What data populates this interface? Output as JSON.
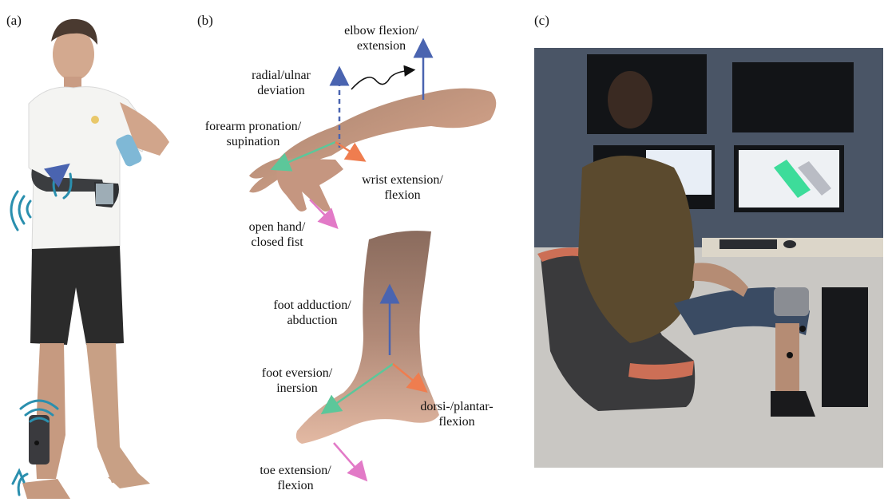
{
  "panels": {
    "a": "(a)",
    "b": "(b)",
    "c": "(c)"
  },
  "labels": {
    "elbow": [
      "elbow flexion/",
      "extension"
    ],
    "radial": [
      "radial/ulnar",
      "deviation"
    ],
    "pronation": [
      "forearm pronation/",
      "supination"
    ],
    "wrist": [
      "wrist extension/",
      "flexion"
    ],
    "hand": [
      "open hand/",
      "closed fist"
    ],
    "foot_add": [
      "foot adduction/",
      "abduction"
    ],
    "foot_ev": [
      "foot eversion/",
      "inersion"
    ],
    "dorsi": [
      "dorsi-/plantar-",
      "flexion"
    ],
    "toe": [
      "toe extension/",
      "flexion"
    ]
  },
  "colors": {
    "blue_arrow": "#4a64b0",
    "orange_arrow": "#ef7d4f",
    "green_arrow": "#5cc79a",
    "pink_arrow": "#e27ac7",
    "teal_icon": "#2a8fae",
    "skin": "#b98e78"
  }
}
